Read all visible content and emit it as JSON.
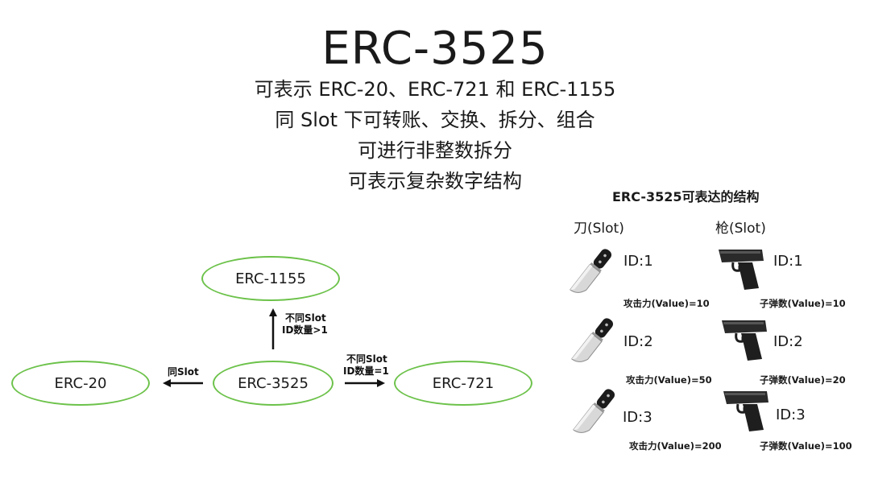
{
  "title": "ERC-3525",
  "bullets": [
    "可表示 ERC-20、ERC-721 和 ERC-1155",
    "同 Slot 下可转账、交换、拆分、组合",
    "可进行非整数拆分",
    "可表示复杂数字结构"
  ],
  "diagram": {
    "nodes": {
      "erc1155": "ERC-1155",
      "erc20": "ERC-20",
      "erc3525": "ERC-3525",
      "erc721": "ERC-721"
    },
    "edges": {
      "to_erc20": [
        "同Slot"
      ],
      "to_erc1155": [
        "不同Slot",
        "ID数量>1"
      ],
      "to_erc721": [
        "不同Slot",
        "ID数量=1"
      ]
    }
  },
  "structure": {
    "title": "ERC-3525可表达的结构",
    "columns": [
      {
        "header": "刀(Slot)",
        "icon": "knife-icon",
        "items": [
          {
            "id": "ID:1",
            "value": "攻击力(Value)=10"
          },
          {
            "id": "ID:2",
            "value": "攻击力(Value)=50"
          },
          {
            "id": "ID:3",
            "value": "攻击力(Value)=200"
          }
        ]
      },
      {
        "header": "枪(Slot)",
        "icon": "pistol-icon",
        "items": [
          {
            "id": "ID:1",
            "value": "子弹数(Value)=10"
          },
          {
            "id": "ID:2",
            "value": "子弹数(Value)=20"
          },
          {
            "id": "ID:3",
            "value": "子弹数(Value)=100"
          }
        ]
      }
    ]
  },
  "colors": {
    "node_border": "#6cc24a",
    "text": "#1a1a1a"
  }
}
